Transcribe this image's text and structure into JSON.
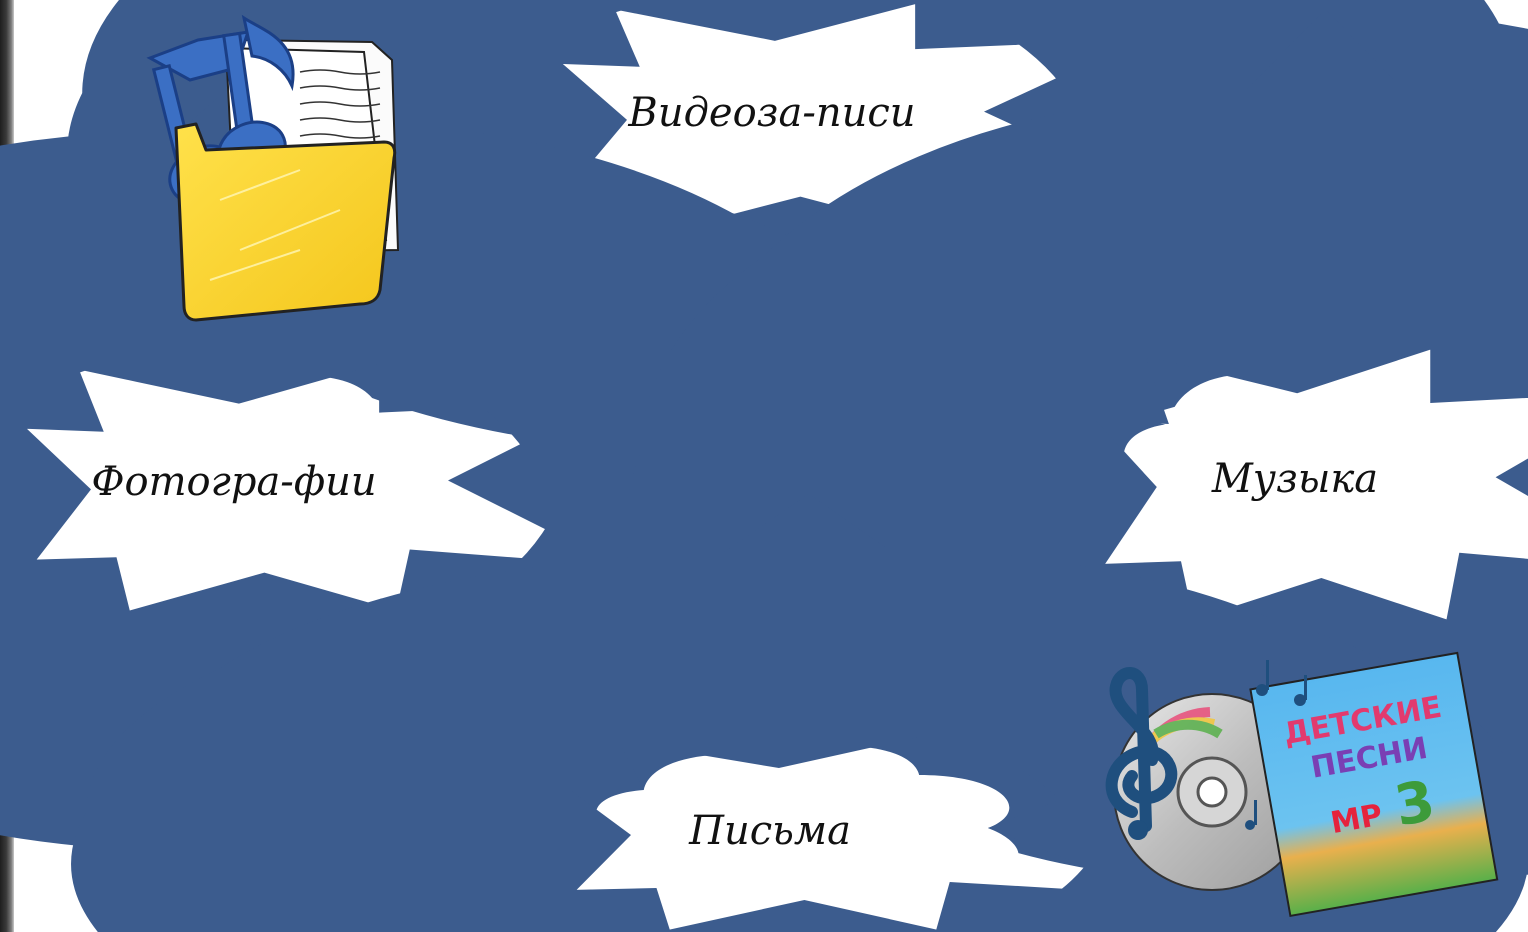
{
  "diagram": {
    "center_shape": "diamond",
    "colors": {
      "outline": "#3c5c8e",
      "connector": "#5b7eb3",
      "cloud_fill": "#ffffff",
      "text": "#111111"
    },
    "nodes": {
      "top": {
        "label": "Видеоза-писи"
      },
      "left": {
        "label": "Фотогра-фии"
      },
      "right": {
        "label": "Музыка"
      },
      "bottom": {
        "label": "Письма"
      }
    }
  },
  "illustrations": {
    "music_folder": {
      "icon": "music-folder-icon"
    },
    "cd": {
      "icon": "music-cd-icon",
      "cover_lines": [
        "ДЕТСКИЕ",
        "ПЕСНИ",
        "MP",
        "3"
      ]
    }
  }
}
